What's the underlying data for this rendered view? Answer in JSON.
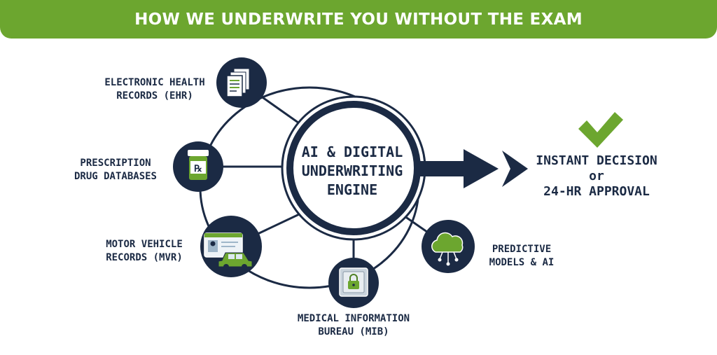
{
  "title": "HOW WE UNDERWRITE YOU WITHOUT THE EXAM",
  "engine": {
    "lines": [
      "AI & DIGITAL",
      "UNDERWRITING",
      "ENGINE"
    ]
  },
  "sources": [
    {
      "id": "ehr",
      "icon": "documents-icon",
      "lines": [
        "ELECTRONIC HEALTH",
        "RECORDS (EHR)"
      ]
    },
    {
      "id": "rx",
      "icon": "prescription-bottle-icon",
      "lines": [
        "PRESCRIPTION",
        "DRUG DATABASES"
      ]
    },
    {
      "id": "mvr",
      "icon": "driver-license-car-icon",
      "lines": [
        "MOTOR VEHICLE",
        "RECORDS (MVR)"
      ]
    },
    {
      "id": "mib",
      "icon": "safe-lock-icon",
      "lines": [
        "MEDICAL INFORMATION",
        "BUREAU (MIB)"
      ]
    },
    {
      "id": "ai",
      "icon": "cloud-network-icon",
      "lines": [
        "PREDICTIVE",
        "MODELS & AI"
      ]
    }
  ],
  "result": {
    "icon": "checkmark-icon",
    "lines": [
      "INSTANT DECISION",
      "or",
      "24-HR APPROVAL"
    ]
  },
  "colors": {
    "navy": "#1b2a44",
    "green": "#6ca62f",
    "white": "#ffffff"
  }
}
